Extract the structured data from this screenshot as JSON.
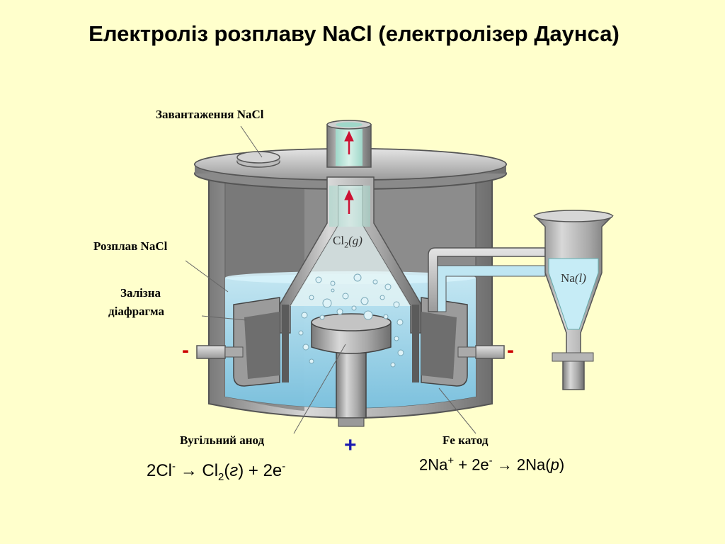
{
  "title": "Електроліз розплаву NaCl (електролізер Даунса)",
  "labels": {
    "loading": "Завантаження NaCl",
    "melt": "Розплав NaCl",
    "diaphragm_line1": "Залізна",
    "diaphragm_line2": "діафрагма",
    "anode": "Вугільний анод",
    "cathode": "Fe катод"
  },
  "inner_labels": {
    "cl2_base": "Cl",
    "cl2_sub": "2",
    "cl2_state": "(g)",
    "na_base": "Na",
    "na_state": "(l)"
  },
  "signs": {
    "minus": "-",
    "plus": "+"
  },
  "equations": {
    "anode": {
      "part1": "2Cl",
      "charge": "-",
      "arrow": "→",
      "product": "Cl",
      "sub": "2",
      "state_open": "(",
      "state": "г",
      "state_close": ")",
      "rest": " + 2e",
      "electron_charge": "-"
    },
    "cathode": {
      "part1": "2Na",
      "charge": "+",
      "mid": " + 2e",
      "electron_charge": "-",
      "arrow": "→",
      "product": "2Na(",
      "state": "р",
      "close": ")"
    }
  },
  "colors": {
    "background": "#ffffcc",
    "metal": "#b8b8b8",
    "melt": "#a8d8ec",
    "minus": "#cc0000",
    "plus": "#1a1ab0",
    "arrow": "#cc1133"
  }
}
